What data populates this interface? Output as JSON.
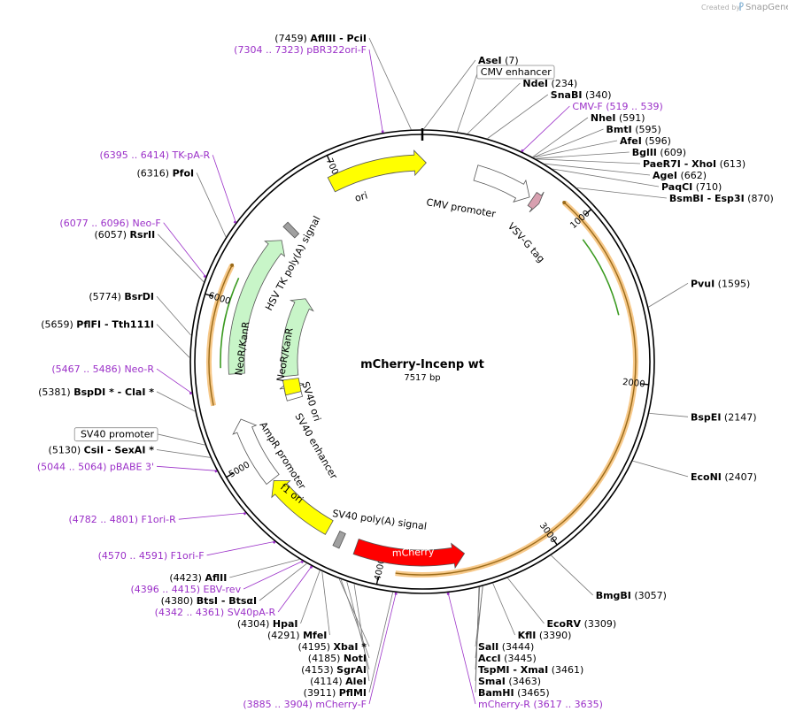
{
  "branding": {
    "created_by": "Created by",
    "product": "SnapGene"
  },
  "plasmid": {
    "name": "mCherry-Incenp wt",
    "length_label": "7517 bp",
    "length": 7517
  },
  "ticks": [
    {
      "pos": 1000,
      "label": "1000"
    },
    {
      "pos": 2000,
      "label": "2000"
    },
    {
      "pos": 3000,
      "label": "3000"
    },
    {
      "pos": 4000,
      "label": "4000"
    },
    {
      "pos": 5000,
      "label": "5000"
    },
    {
      "pos": 6000,
      "label": "6000"
    },
    {
      "pos": 7000,
      "label": "7000"
    }
  ],
  "enzymes": [
    {
      "pos": 7,
      "name": "AseI",
      "coord": "(7)"
    },
    {
      "pos": 7459,
      "name": "AflIII  -  PciI",
      "coord": "(7459)"
    },
    {
      "pos": 234,
      "name": "NdeI",
      "coord": "(234)"
    },
    {
      "pos": 340,
      "name": "SnaBI",
      "coord": "(340)"
    },
    {
      "pos": 591,
      "name": "NheI",
      "coord": "(591)"
    },
    {
      "pos": 595,
      "name": "BmtI",
      "coord": "(595)"
    },
    {
      "pos": 596,
      "name": "AfeI",
      "coord": "(596)"
    },
    {
      "pos": 609,
      "name": "BglII",
      "coord": "(609)"
    },
    {
      "pos": 613,
      "name": "PaeR7I  -  XhoI",
      "coord": "(613)"
    },
    {
      "pos": 662,
      "name": "AgeI",
      "coord": "(662)"
    },
    {
      "pos": 710,
      "name": "PaqCI",
      "coord": "(710)"
    },
    {
      "pos": 870,
      "name": "BsmBI  -  Esp3I",
      "coord": "(870)"
    },
    {
      "pos": 1595,
      "name": "PvuI",
      "coord": "(1595)"
    },
    {
      "pos": 2147,
      "name": "BspEI",
      "coord": "(2147)"
    },
    {
      "pos": 2407,
      "name": "EcoNI",
      "coord": "(2407)"
    },
    {
      "pos": 3057,
      "name": "BmgBI",
      "coord": "(3057)"
    },
    {
      "pos": 3309,
      "name": "EcoRV",
      "coord": "(3309)"
    },
    {
      "pos": 3390,
      "name": "KflI",
      "coord": "(3390)"
    },
    {
      "pos": 3444,
      "name": "SalI",
      "coord": "(3444)"
    },
    {
      "pos": 3445,
      "name": "AccI",
      "coord": "(3445)"
    },
    {
      "pos": 3461,
      "name": "TspMI  -  XmaI",
      "coord": "(3461)"
    },
    {
      "pos": 3463,
      "name": "SmaI",
      "coord": "(3463)"
    },
    {
      "pos": 3465,
      "name": "BamHI",
      "coord": "(3465)"
    },
    {
      "pos": 3911,
      "name": "PflMI",
      "coord": "(3911)"
    },
    {
      "pos": 4114,
      "name": "AleI",
      "coord": "(4114)"
    },
    {
      "pos": 4153,
      "name": "SgrAI",
      "coord": "(4153)"
    },
    {
      "pos": 4185,
      "name": "NotI",
      "coord": "(4185)"
    },
    {
      "pos": 4195,
      "name": "XbaI *",
      "coord": "(4195)"
    },
    {
      "pos": 4291,
      "name": "MfeI",
      "coord": "(4291)"
    },
    {
      "pos": 4304,
      "name": "HpaI",
      "coord": "(4304)"
    },
    {
      "pos": 4380,
      "name": "BtsI  -  BtsαI",
      "coord": "(4380)"
    },
    {
      "pos": 4423,
      "name": "AflII",
      "coord": "(4423)"
    },
    {
      "pos": 5130,
      "name": "CsiI  -  SexAI *",
      "coord": "(5130)"
    },
    {
      "pos": 5381,
      "name": "BspDI *  -  ClaI *",
      "coord": "(5381)"
    },
    {
      "pos": 5659,
      "name": "PflFI  -  Tth111I",
      "coord": "(5659)"
    },
    {
      "pos": 5774,
      "name": "BsrDI",
      "coord": "(5774)"
    },
    {
      "pos": 6057,
      "name": "RsrII",
      "coord": "(6057)"
    },
    {
      "pos": 6316,
      "name": "PfoI",
      "coord": "(6316)"
    }
  ],
  "primers": [
    {
      "pos": 7313,
      "text": "(7304 .. 7323)  pBR322ori-F"
    },
    {
      "pos": 529,
      "text": "CMV-F  (519 .. 539)"
    },
    {
      "pos": 6405,
      "text": "(6395 .. 6414)  TK-pA-R"
    },
    {
      "pos": 6086,
      "text": "(6077 .. 6096)  Neo-F"
    },
    {
      "pos": 5476,
      "text": "(5467 .. 5486)  Neo-R"
    },
    {
      "pos": 5054,
      "text": "(5044 .. 5064)  pBABE 3'"
    },
    {
      "pos": 4791,
      "text": "(4782 .. 4801)  F1ori-R"
    },
    {
      "pos": 4580,
      "text": "(4570 .. 4591)  F1ori-F"
    },
    {
      "pos": 4405,
      "text": "(4396 .. 4415)  EBV-rev"
    },
    {
      "pos": 4351,
      "text": "(4342 .. 4361)  SV40pA-R"
    },
    {
      "pos": 3894,
      "text": "(3885 .. 3904)  mCherry-F"
    },
    {
      "pos": 3626,
      "text": "mCherry-R   (3617 .. 3635)"
    }
  ],
  "boxed_labels": [
    {
      "pos": 180,
      "text": "CMV enhancer"
    },
    {
      "pos": 5200,
      "text": "SV40 promoter"
    }
  ],
  "orf_arcs": [
    {
      "start": 870,
      "end": 3910,
      "dir": -1
    },
    {
      "start": 5390,
      "end": 6200,
      "dir": 1
    }
  ],
  "feature_arcs": [
    {
      "name": "ori",
      "start": 6950,
      "end": 7540,
      "dir": 1,
      "r": 225,
      "color": "#ffff00"
    },
    {
      "name": "CMV promoter",
      "start": 330,
      "end": 690,
      "dir": 1,
      "r": 222,
      "color": "#ffffff"
    },
    {
      "name": "VSV-G tag",
      "start": 710,
      "end": 760,
      "dir": 1,
      "r": 222,
      "color": "#d8a0b0"
    },
    {
      "name": "mCherry",
      "start": 3500,
      "end": 4170,
      "dir": -1,
      "r": 222,
      "color": "#ff0000"
    },
    {
      "name": "SV40 poly(A) signal",
      "start": 4260,
      "end": 4300,
      "dir": 0,
      "r": 222,
      "color": "#a0a0a0"
    },
    {
      "name": "f1 ori",
      "start": 4370,
      "end": 4830,
      "dir": 1,
      "r": 215,
      "color": "#ffff00"
    },
    {
      "name": "AmpR promoter",
      "start": 4840,
      "end": 5270,
      "dir": 1,
      "r": 215,
      "color": "#ffffff"
    },
    {
      "name": "SV40 enhancer",
      "start": 5300,
      "end": 5470,
      "dir": 1,
      "r": 150,
      "color": "#ffffff"
    },
    {
      "name": "SV40 ori",
      "start": 5350,
      "end": 5480,
      "dir": 0,
      "r": 150,
      "color": "#ffff00"
    },
    {
      "name": "NeoR/KanR",
      "start": 5510,
      "end": 6230,
      "dir": 1,
      "r": 150,
      "color": "#c8f5c8"
    },
    {
      "name": "NeoR/KanR",
      "start": 5560,
      "end": 6490,
      "dir": 1,
      "r": 210,
      "color": "#c8f5c8"
    },
    {
      "name": "HSV TK poly(A) signal",
      "start": 6560,
      "end": 6600,
      "dir": 0,
      "r": 210,
      "color": "#a0a0a0"
    }
  ],
  "feature_texts": [
    {
      "text": "ori"
    },
    {
      "text": "CMV promoter"
    },
    {
      "text": "VSV-G tag"
    },
    {
      "text": "mCherry"
    },
    {
      "text": "SV40 poly(A) signal"
    },
    {
      "text": "f1 ori"
    },
    {
      "text": "AmpR promoter"
    },
    {
      "text": "SV40 enhancer"
    },
    {
      "text": "SV40 ori"
    },
    {
      "text": "NeoR/KanR"
    },
    {
      "text": "NeoR/KanR"
    },
    {
      "text": "HSV TK poly(A) signal"
    }
  ]
}
